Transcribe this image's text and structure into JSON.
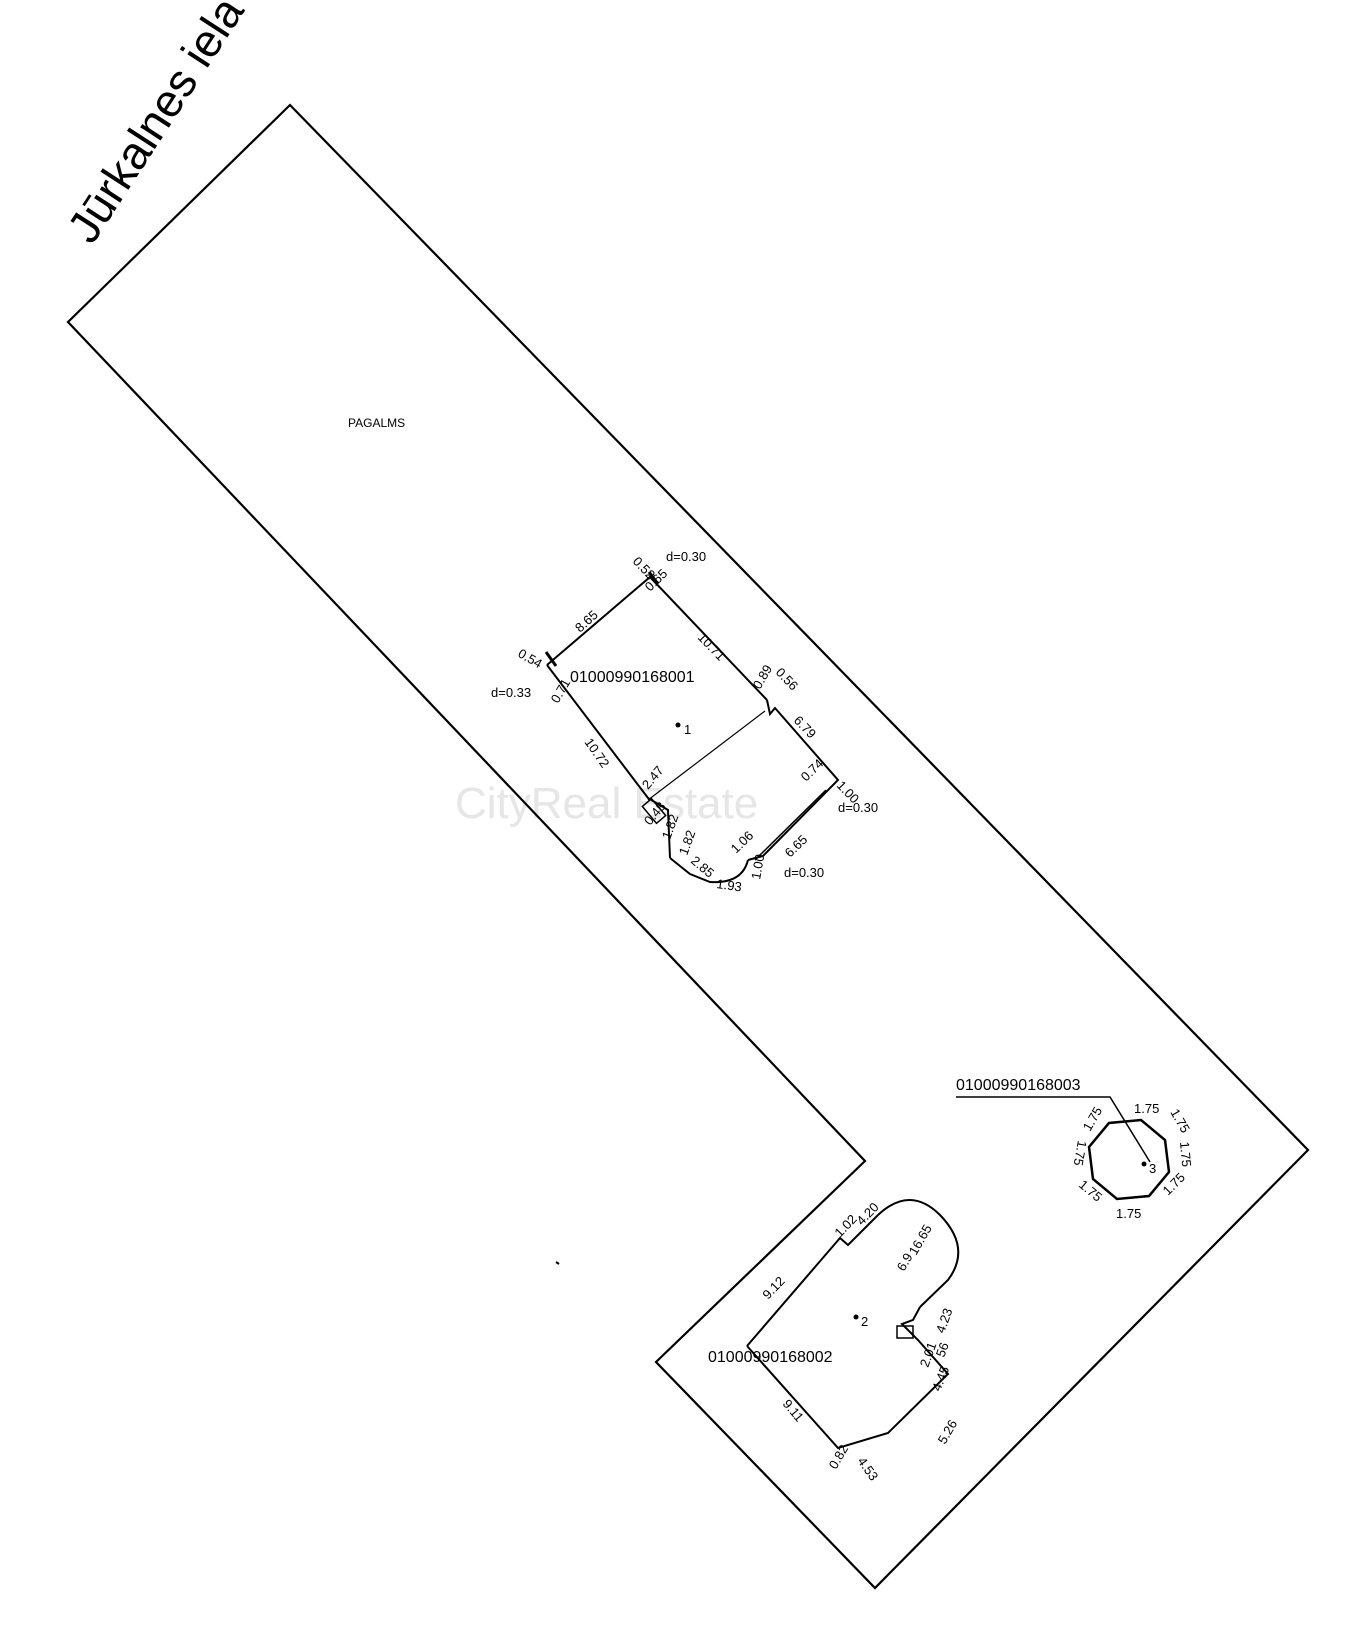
{
  "street_name": "Jūrkalnes iela",
  "yard_label": "PAGALMS",
  "watermark": "CityReal Estate",
  "buildings": [
    {
      "id": "01000990168001",
      "number": "1"
    },
    {
      "id": "01000990168002",
      "number": "2"
    },
    {
      "id": "01000990168003",
      "number": "3"
    }
  ],
  "dimensions_b1": {
    "d1": "8.65",
    "d2": "10.71",
    "d3": "0.52",
    "d4": "0.65",
    "d5": "d=0.30",
    "d6": "0.54",
    "d7": "d=0.33",
    "d8": "0.71",
    "d9": "10.72",
    "d10": "0.89",
    "d11": "0.56",
    "d12": "6.79",
    "d13": "0.74",
    "d14": "1.00",
    "d15": "d=0.30",
    "d16": "2.47",
    "d17": "0.48",
    "d18": "1.82",
    "d19": "1.82",
    "d20": "2.85",
    "d21": "1.93",
    "d22": "1.06",
    "d23": "1.00",
    "d24": "6.65",
    "d25": "d=0.30"
  },
  "dimensions_b2": {
    "e1": "1.02",
    "e2": "4.20",
    "e3": "16.65",
    "e4": "6.9",
    "e5": "9.12",
    "e6": "4.23",
    "e7": "2.01",
    "e8": "56",
    "e9": "4.45",
    "e10": "9.11",
    "e11": "0.82",
    "e12": "4.53",
    "e13": "5.26"
  },
  "dimensions_b3": {
    "f1": "1.75",
    "f2": "1.75",
    "f3": "1.75",
    "f4": "1.75",
    "f5": "1.75",
    "f6": "1.75",
    "f7": "1.75",
    "f8": "1.75"
  }
}
